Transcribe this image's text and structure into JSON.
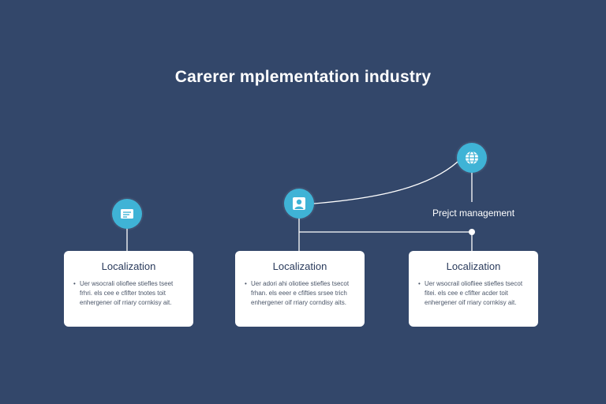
{
  "title": "Carerer mplementation industry",
  "floating_label": "Prejct management",
  "icons": {
    "node_left": "document-icon",
    "node_middle": "user-icon",
    "node_right": "globe-icon"
  },
  "colors": {
    "background": "#33476a",
    "node": "#3fb3d6",
    "card": "#ffffff",
    "connector": "#ffffff"
  },
  "cards": [
    {
      "heading": "Localization",
      "text": "Uer wsocrali olioflee stiefles tseet frhri. els cee e cfifter tnotes toit enhergener oif rriary cornkisy ait."
    },
    {
      "heading": "Localization",
      "text": "Uer adori ahi oliotiee stiefles tsecot frhan. els eeer e cfifties srsee trich enhergener oif rriary corndisy aits."
    },
    {
      "heading": "Localization",
      "text": "Uer wsocrail oliofliee stiefles tsecot fitei. els cee e cfifter acder toit enhergener oif rriary cornkisy ait."
    }
  ]
}
